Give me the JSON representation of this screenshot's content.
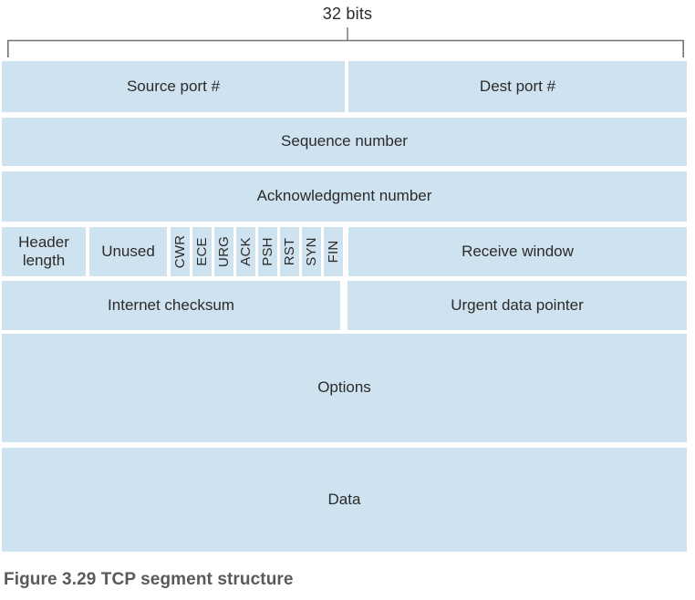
{
  "figure": {
    "bits_label": "32 bits",
    "caption": "Figure 3.29 TCP segment structure"
  },
  "fields": {
    "source_port": "Source port #",
    "dest_port": "Dest port #",
    "sequence_number": "Sequence number",
    "ack_number": "Acknowledgment number",
    "header_length": "Header length",
    "unused": "Unused",
    "flags": [
      "CWR",
      "ECE",
      "URG",
      "ACK",
      "PSH",
      "RST",
      "SYN",
      "FIN"
    ],
    "receive_window": "Receive window",
    "internet_checksum": "Internet checksum",
    "urgent_data_pointer": "Urgent data pointer",
    "options": "Options",
    "data": "Data"
  },
  "colors": {
    "cell_fill": "#cfe2ef",
    "diagram_text": "#2b2b2b",
    "bracket_line": "#737373",
    "caption_text": "#595a5c"
  }
}
